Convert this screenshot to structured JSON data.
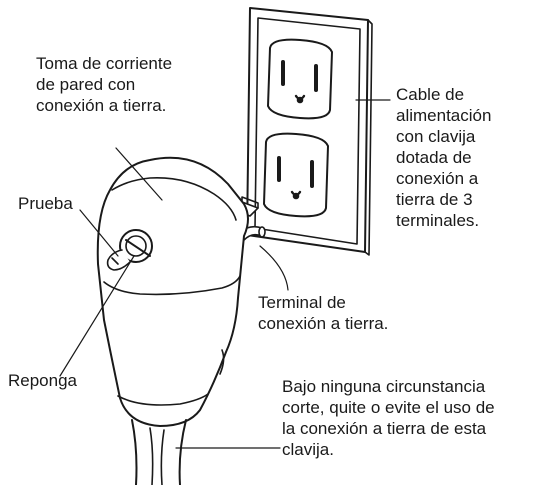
{
  "labels": {
    "wall_outlet": [
      "Toma de corriente",
      "de pared con",
      "conexión a tierra."
    ],
    "test": "Prueba",
    "reset": "Reponga",
    "power_cord": [
      "Cable de",
      "alimentación",
      "con clavija",
      "dotada de",
      "conexión a",
      "tierra de 3",
      "terminales."
    ],
    "ground_terminal": [
      "Terminal de",
      "conexión a tierra."
    ],
    "warning": [
      "Bajo ninguna circunstancia",
      "corte, quite o evite el uso de",
      "la conexión a tierra de esta",
      "clavija."
    ]
  },
  "colors": {
    "ink": "#1a1a1a",
    "background": "#ffffff"
  }
}
